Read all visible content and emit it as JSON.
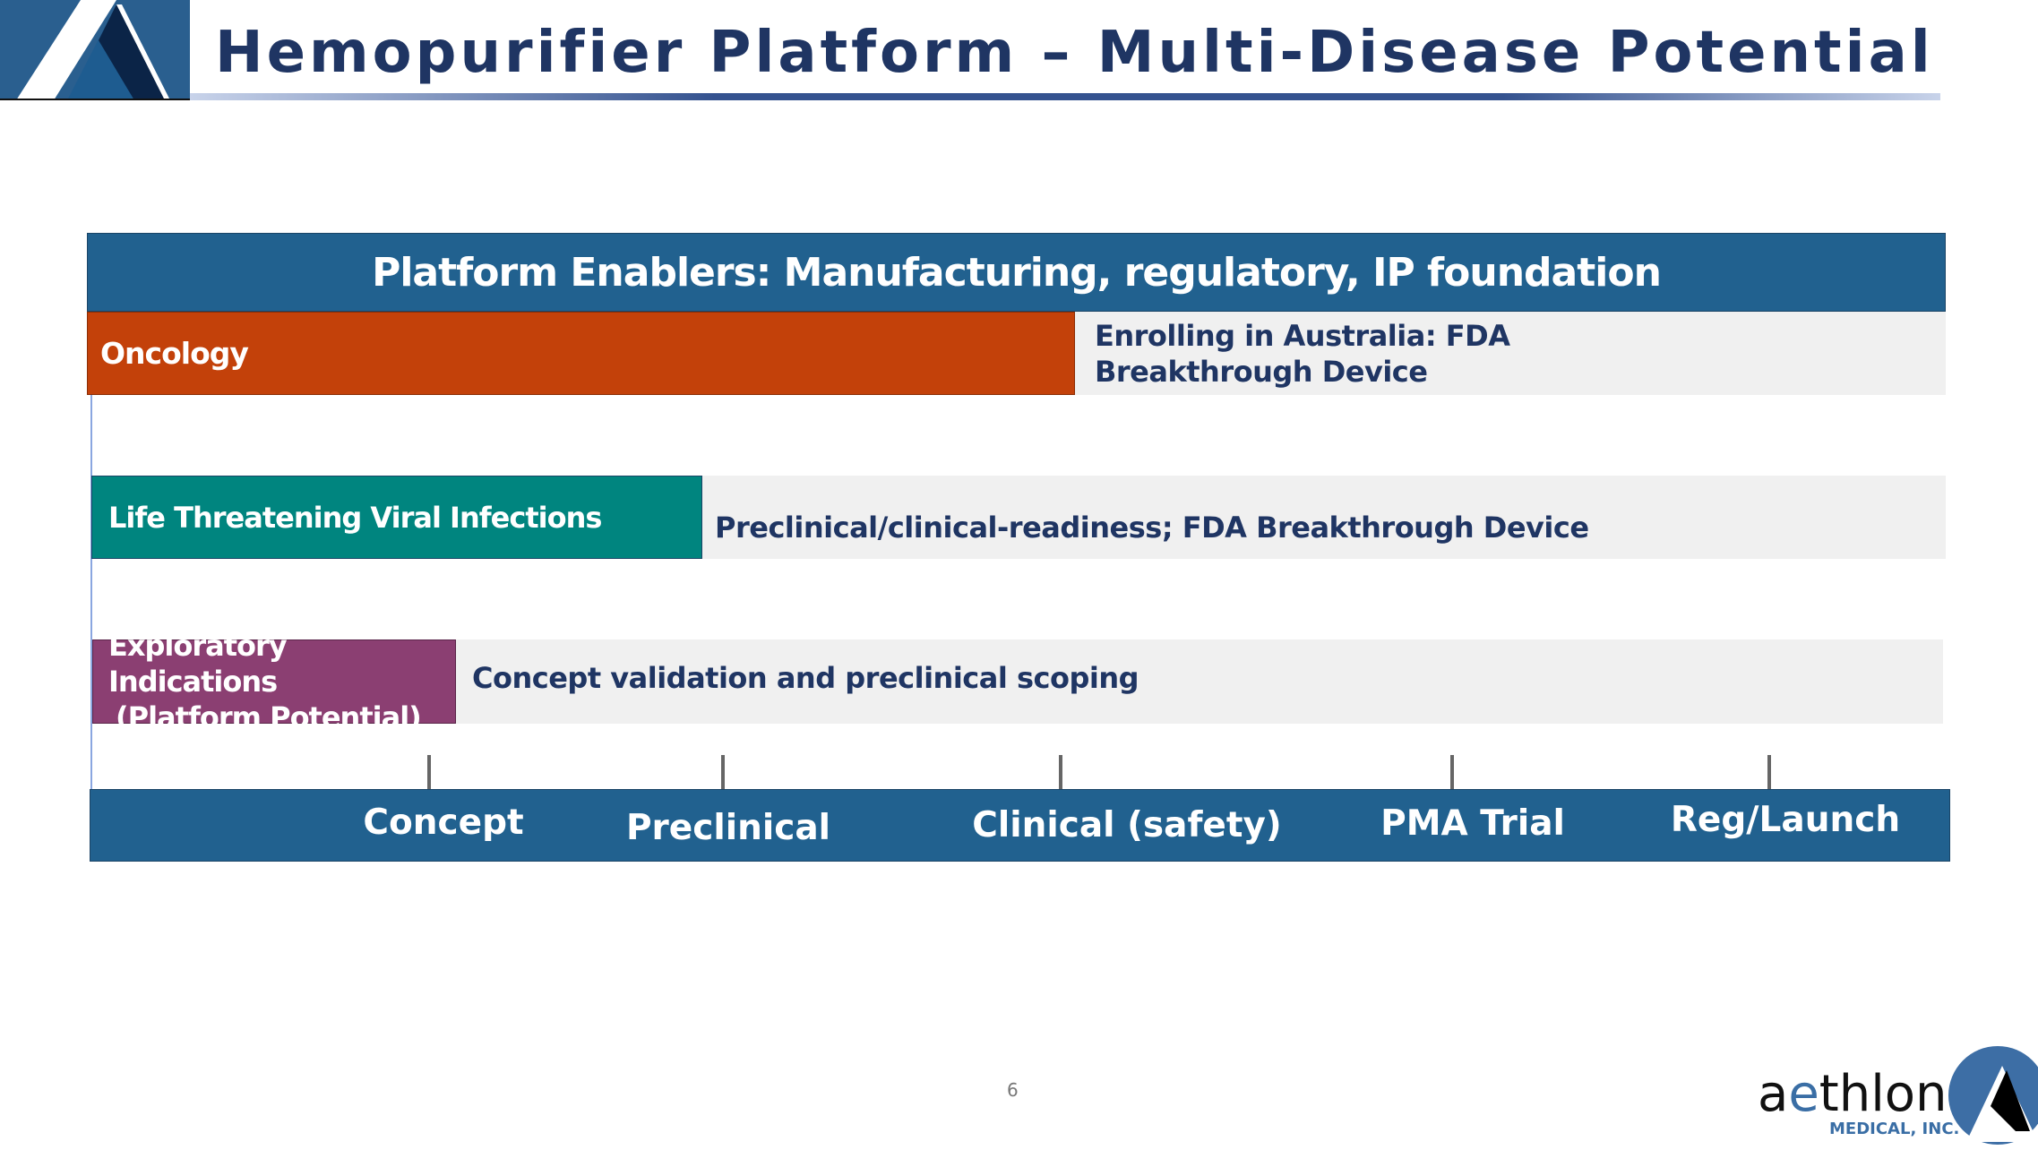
{
  "title": "Hemopurifier Platform – Multi-Disease Potential",
  "header_bar": "Platform Enablers: Manufacturing, regulatory, IP foundation",
  "rows": [
    {
      "label": "Oncology",
      "status_line1": "Enrolling in Australia: FDA",
      "status_line2": "Breakthrough Device",
      "color": "#c3410a"
    },
    {
      "label": "Life Threatening Viral Infections",
      "status": "Preclinical/clinical-readiness; FDA Breakthrough Device",
      "color": "#00857f"
    },
    {
      "label_line1": "Exploratory Indications",
      "label_line2": "(Platform Potential)",
      "status": "Concept validation and preclinical scoping",
      "color": "#8b3f72"
    }
  ],
  "stages": [
    "Concept",
    "Preclinical",
    "Clinical (safety)",
    "PMA Trial",
    "Reg/Launch"
  ],
  "page_number": "6",
  "logo": {
    "name": "aethlon",
    "sub": "MEDICAL, INC."
  }
}
